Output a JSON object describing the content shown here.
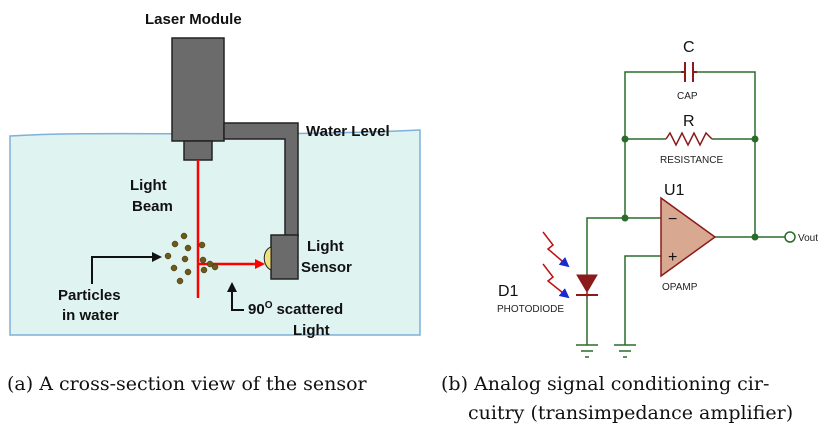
{
  "figure_a": {
    "laser_module": "Laser Module",
    "water_level": "Water Level",
    "light_beam_1": "Light",
    "light_beam_2": "Beam",
    "light_sensor_1": "Light",
    "light_sensor_2": "Sensor",
    "particles_1": "Particles",
    "particles_2": "in water",
    "scattered_num": "90",
    "scattered_sup": "O",
    "scattered_word": "scattered",
    "scattered_2": "Light",
    "caption": "(a) A cross-section view of the sensor"
  },
  "figure_b": {
    "cap_ref": "C",
    "cap_name": "CAP",
    "res_ref": "R",
    "res_name": "RESISTANCE",
    "opamp_ref": "U1",
    "opamp_name": "OPAMP",
    "opamp_minus": "−",
    "opamp_plus": "+",
    "diode_ref": "D1",
    "diode_name": "PHOTODIODE",
    "output": "Vout",
    "caption_1": "(b) Analog signal conditioning cir-",
    "caption_2": "cuitry (transimpedance amplifier)"
  },
  "colors": {
    "water_fill": "#dff3f1",
    "water_edge": "#7fb0d8",
    "module": "#6b6b6b",
    "beam": "#ff0000",
    "particle": "#6b5a1a",
    "wire": "#2a6b2a",
    "component": "#8b1a1a",
    "opamp_fill": "#d8a890",
    "light_arrow": "#c01010",
    "light_head": "#1a2acc"
  }
}
